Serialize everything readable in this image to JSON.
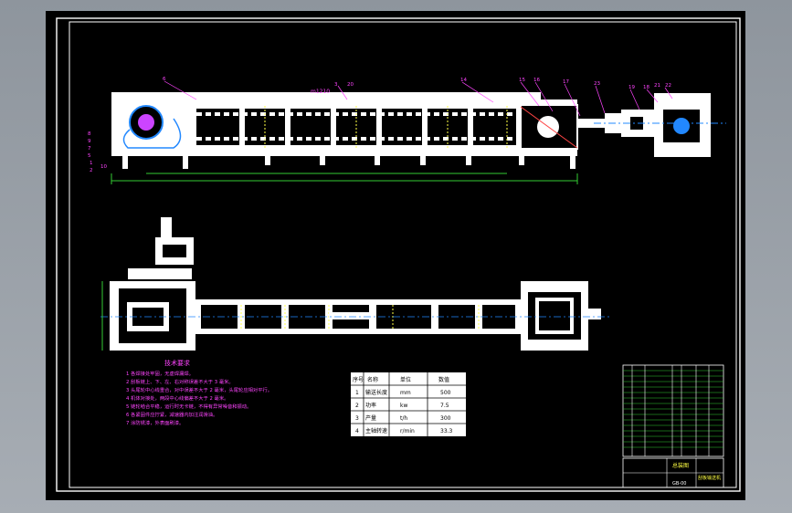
{
  "drawing": {
    "top_view_callouts": [
      "6",
      "3",
      "20",
      "14",
      "15",
      "16",
      "17",
      "23",
      "19",
      "18",
      "21",
      "22"
    ],
    "front_view_callouts": [
      "8",
      "9",
      "7",
      "5",
      "1",
      "2",
      "10"
    ],
    "top_dim_label": "m1210",
    "tech_notes": {
      "title": "技术要求",
      "lines": [
        "1 各焊接处牢固，无虚焊漏焊。",
        "2 刮板链上、下、左、右对称误差不大于 3 毫米。",
        "3 头尾轮中心线重合，对中误差不大于 2 毫米，头尾轮应相对平行。",
        "4 机体对接处，两段中心线偏差不大于 2 毫米。",
        "5 链轮啮合平稳，运行时无卡链，不得有异常噪音和振动。",
        "6 各紧固件应拧紧，减速器内加注润滑油。",
        "7 涂防锈漆，外表面刷漆。"
      ]
    },
    "param_table": {
      "headers": [
        "序号",
        "名称",
        "单位",
        "数值"
      ],
      "rows": [
        [
          "1",
          "输送长度",
          "mm",
          "500"
        ],
        [
          "2",
          "功率",
          "kw",
          "7.5"
        ],
        [
          "3",
          "产量",
          "t/h",
          "300"
        ],
        [
          "4",
          "主轴转速",
          "r/min",
          "33.3"
        ]
      ]
    },
    "title_block": {
      "drawing_name": "刮板输送机",
      "note": "总装图",
      "code": "GB-00"
    }
  },
  "colors": {
    "background": "#9aa1a8",
    "sheet": "#000000",
    "lines": "#ffffff",
    "dimensions": "#33cc33",
    "callouts": "#ff44ff",
    "centerlines": "#33aaff",
    "accent": "#ffff44"
  }
}
